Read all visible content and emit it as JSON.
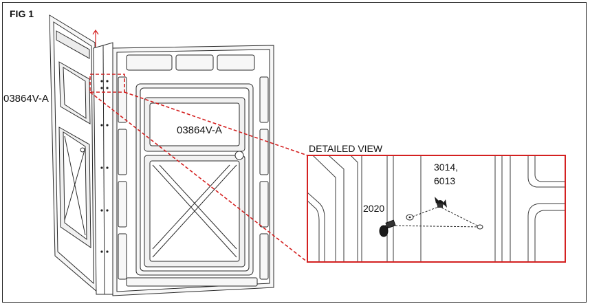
{
  "figure": {
    "title": "FIG 1"
  },
  "labels": {
    "left_panel_part": "03864V-A",
    "right_panel_part": "03864V-A",
    "detail_title": "DETAILED VIEW",
    "callout_bolt": "2020",
    "callout_nut_line1": "3014,",
    "callout_nut_line2": "6013"
  },
  "colors": {
    "detail_frame": "#d42020",
    "line_art": "#2a2a2a",
    "panel_fill": "#f4f4f4"
  }
}
